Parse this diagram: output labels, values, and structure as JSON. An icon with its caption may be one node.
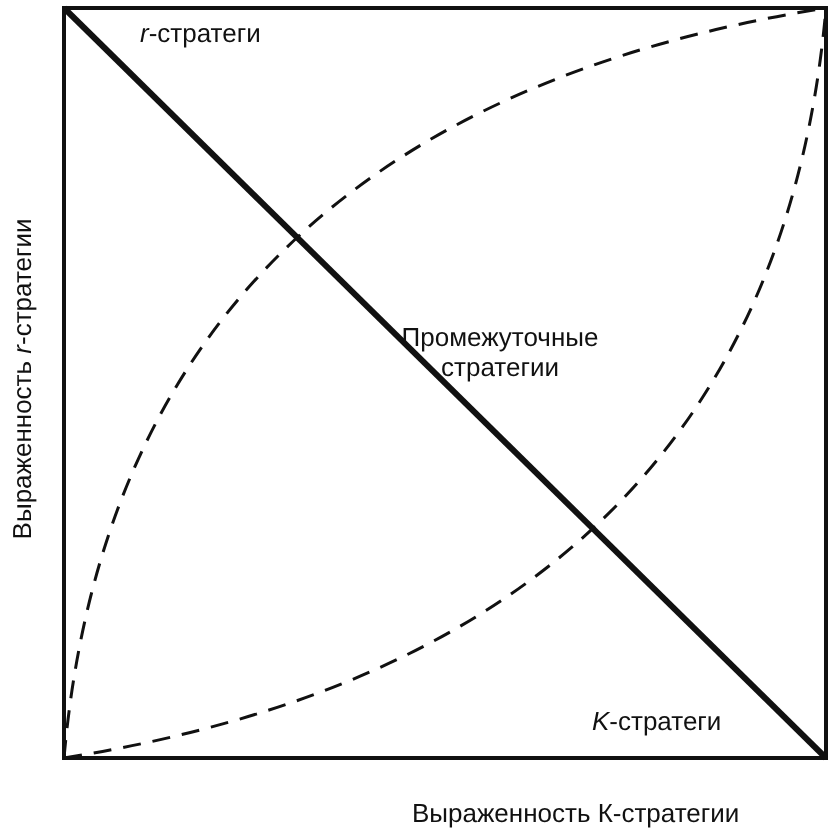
{
  "diagram": {
    "labels": [
      "*r*-стратеги",
      "Промежуточные стратегии",
      "*K*-стратеги",
      "Выраженность *r*-стратегии",
      "Выраженность К-стратегии"
    ]
  }
}
